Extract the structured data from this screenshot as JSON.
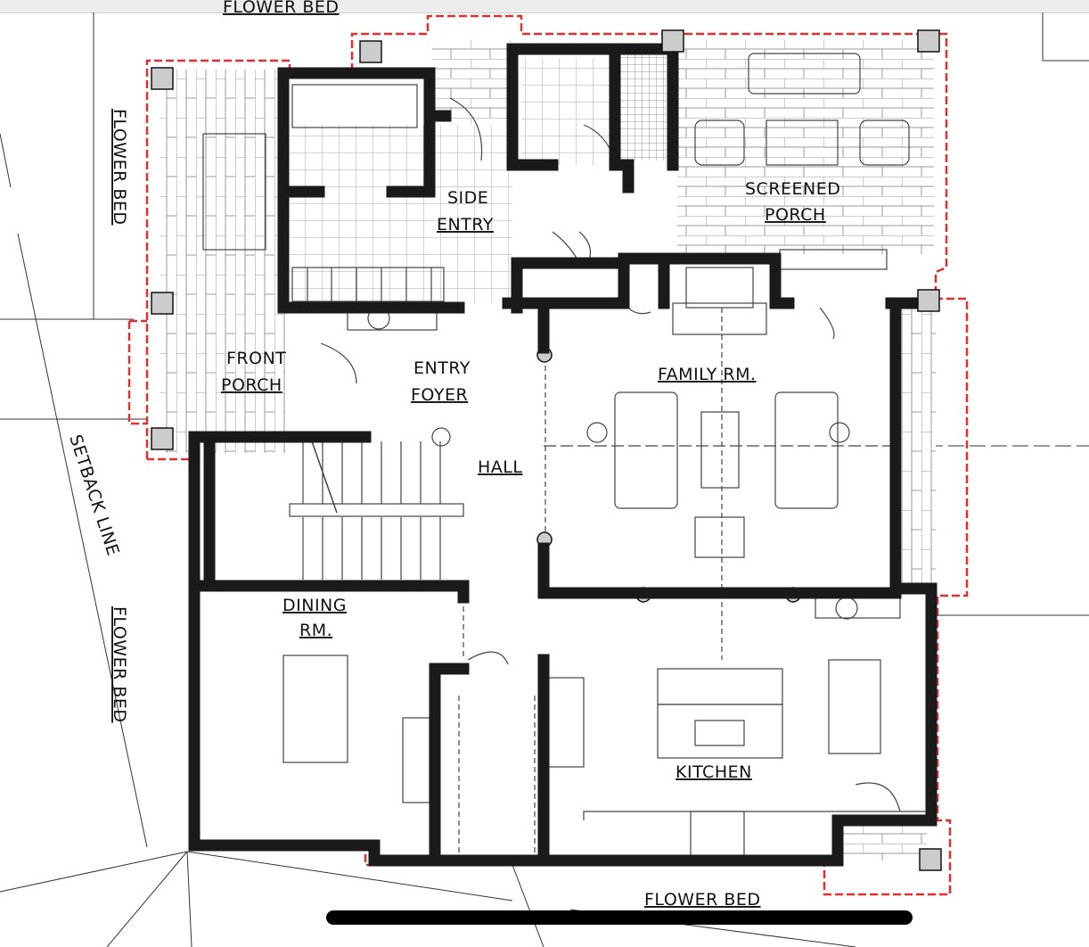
{
  "plan": {
    "labels": {
      "flower_bed_top": "FLOWER BED",
      "flower_bed_left_upper": "FLOWER BED",
      "flower_bed_left_lower": "FLOWER BED",
      "flower_bed_bottom": "FLOWER BED",
      "setback_line": "SETBACK LINE",
      "side_entry_1": "SIDE",
      "side_entry_2": "ENTRY",
      "screened_porch_1": "SCREENED",
      "screened_porch_2": "PORCH",
      "front_porch_1": "FRONT",
      "front_porch_2": "PORCH",
      "entry_foyer_1": "ENTRY",
      "entry_foyer_2": "FOYER",
      "family_rm": "FAMILY RM.",
      "hall": "HALL",
      "dining_rm_1": "DINING",
      "dining_rm_2": "RM.",
      "kitchen": "KITCHEN"
    },
    "colors": {
      "wall_fill": "#c9c9c9",
      "wall_outline": "#1a1a1a",
      "footprint_dash": "#e03030",
      "line": "#333333"
    }
  }
}
